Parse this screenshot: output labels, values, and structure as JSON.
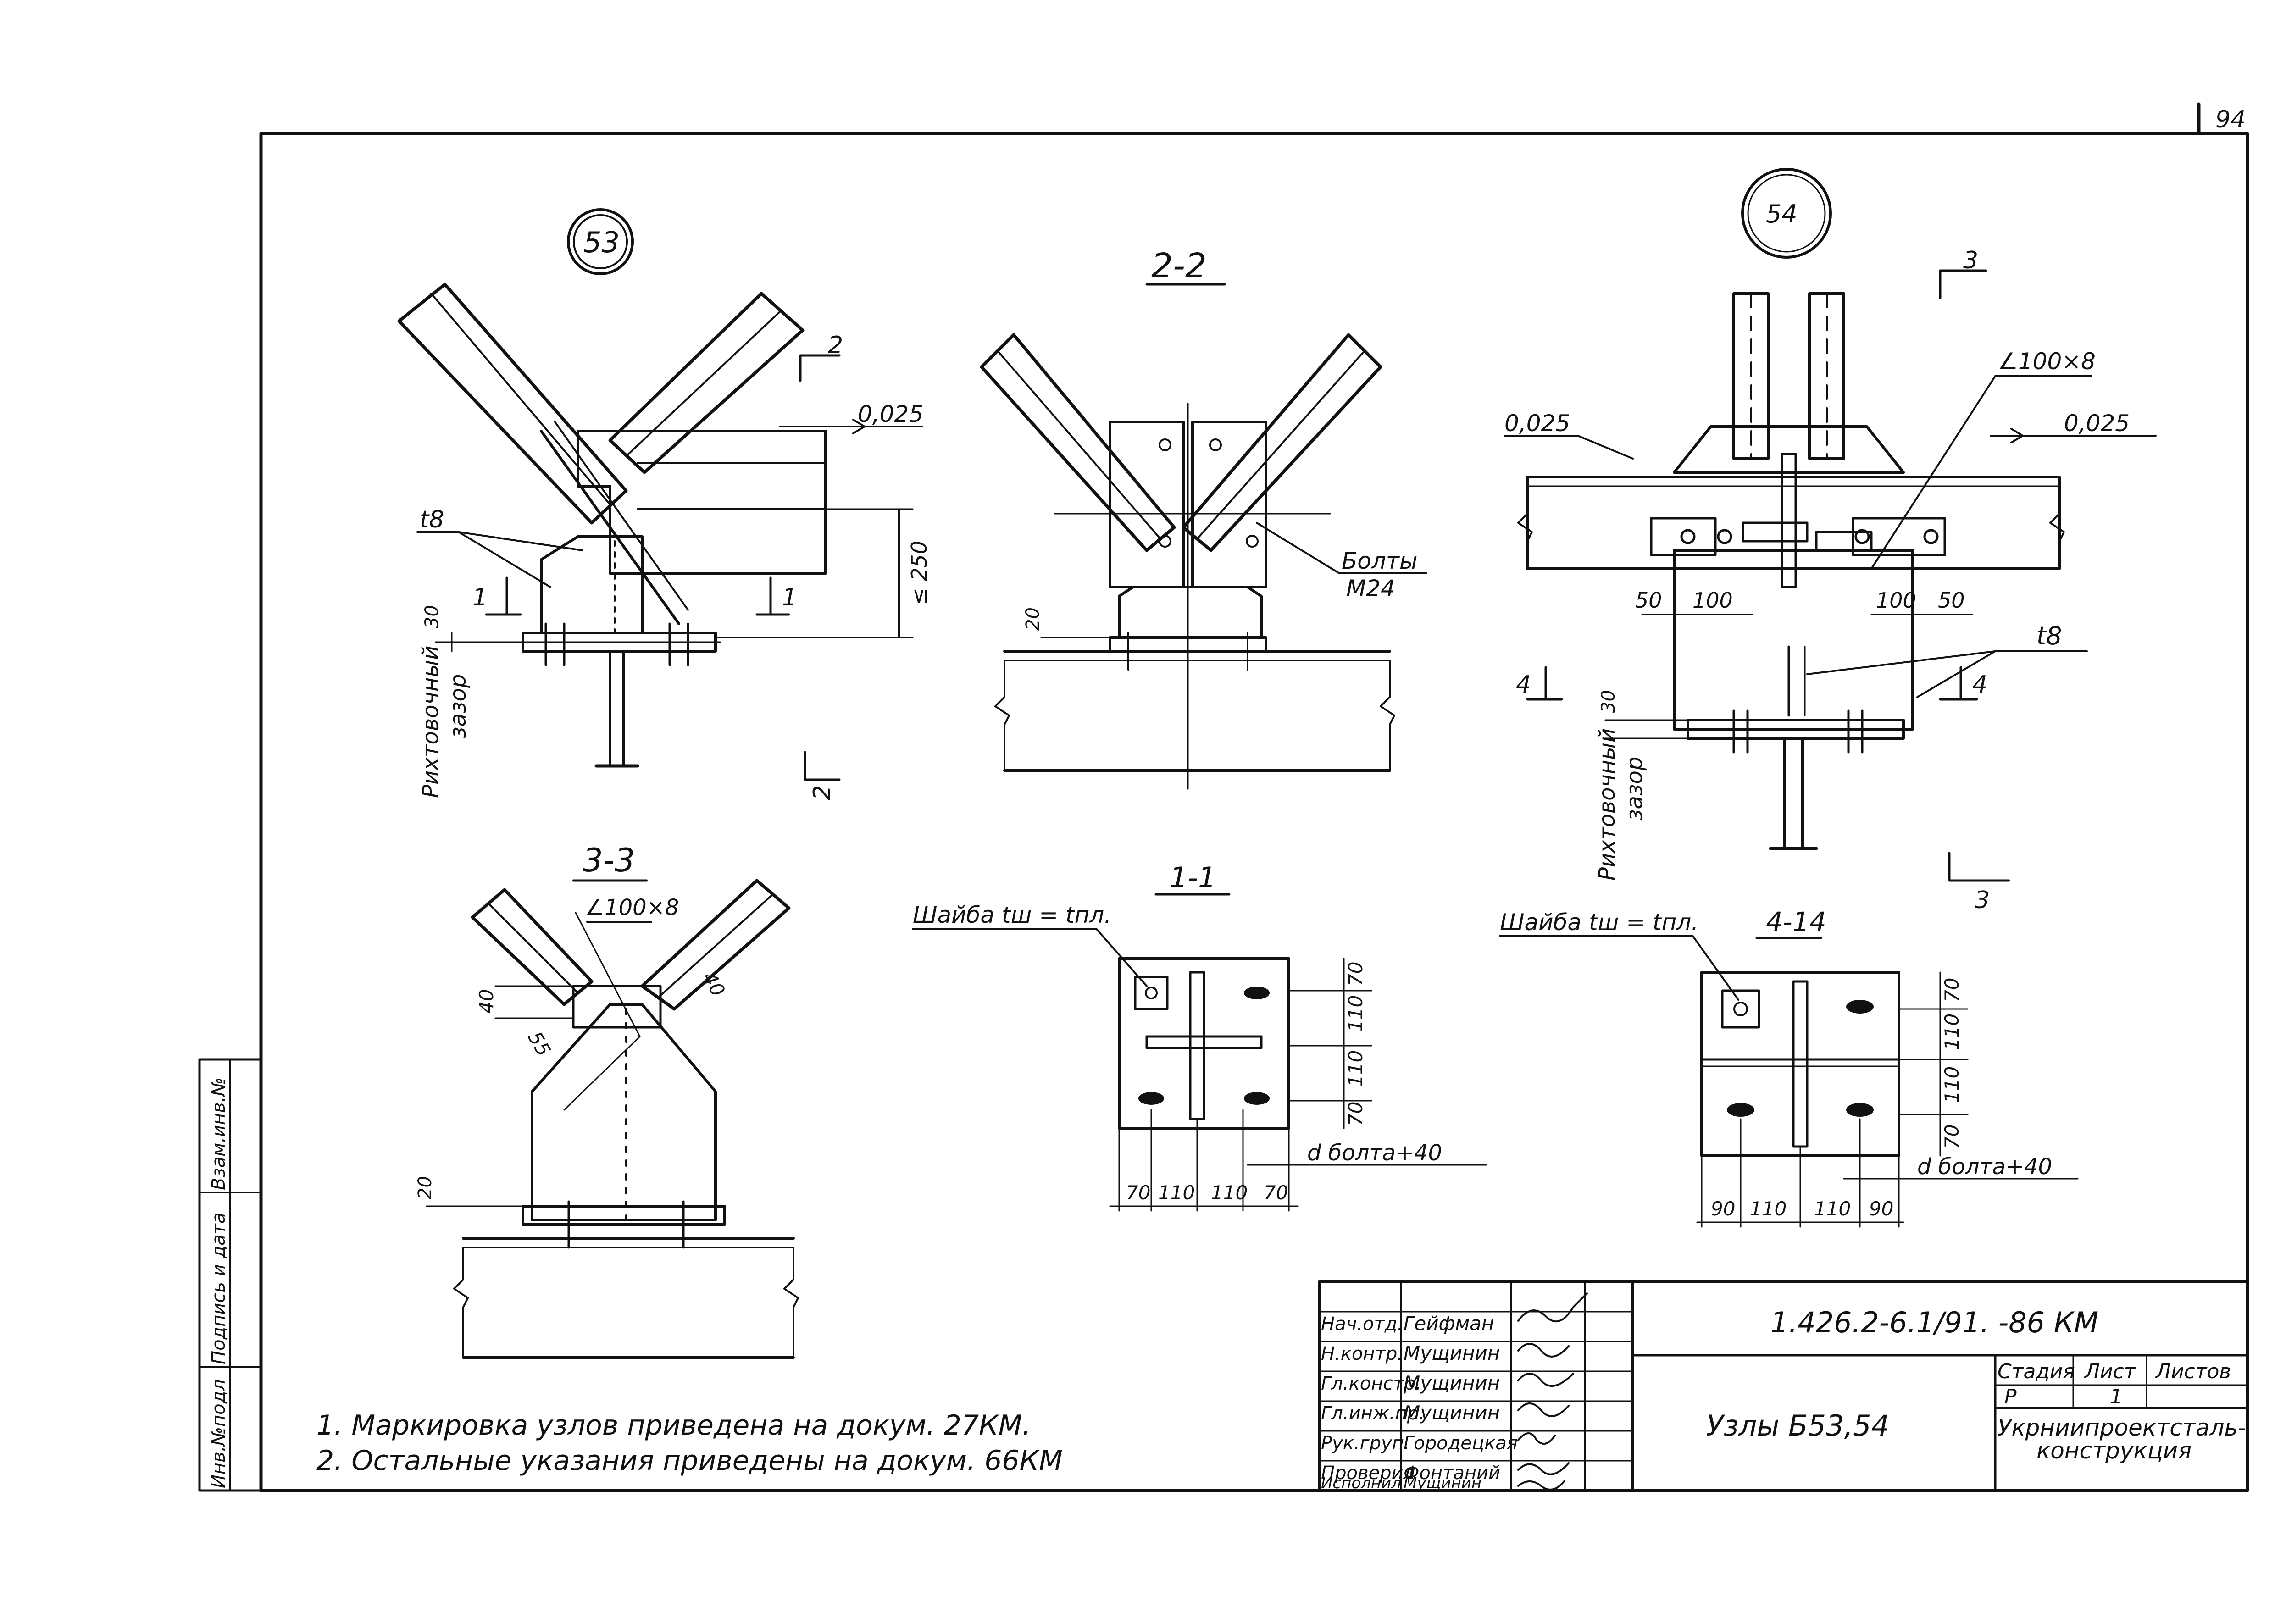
{
  "sheet_number": "94",
  "nodes": {
    "n53": "53",
    "n54": "54"
  },
  "sections": {
    "s22": "2-2",
    "s33": "3-3",
    "s11": "1-1",
    "s44": "4-14"
  },
  "cut_marks": {
    "c2": "2",
    "c2b": "2",
    "c1a": "1",
    "c1b": "1",
    "c3a": "3",
    "c3b": "3",
    "c4a": "4",
    "c4b": "4"
  },
  "annotations": {
    "slope_53": "0,025",
    "slope_54_left": "0,025",
    "slope_54_right": "0,025",
    "t8_53": "t8",
    "t8_54": "t8",
    "dim_250": "≤ 250",
    "dim_30_53": "30",
    "dim_30_54": "30",
    "gap_53_a": "Рихтовочный",
    "gap_53_b": "зазор",
    "gap_54_a": "Рихтовочный",
    "gap_54_b": "зазор",
    "bolts_a": "Болты",
    "bolts_b": "М24",
    "dim_20_22": "20",
    "angle_54": "∠100×8",
    "dim_50_l": "50",
    "dim_100_l": "100",
    "dim_100_r": "100",
    "dim_50_r": "50",
    "angle_33": "∠100×8",
    "dim_40_a": "40",
    "dim_40_b": "40",
    "dim_55": "55",
    "dim_20_33": "20",
    "washer_11": "Шайба tш = tпл.",
    "washer_44": "Шайба tш = tпл.",
    "dbolt_11": "d болта+40",
    "dbolt_44": "d болта+40"
  },
  "dims_11": {
    "v1": "70",
    "v2": "110",
    "v3": "110",
    "v4": "70",
    "h1": "70",
    "h2": "110",
    "h3": "110",
    "h4": "70"
  },
  "dims_44": {
    "v1": "70",
    "v2": "110",
    "v3": "110",
    "v4": "70",
    "h1": "90",
    "h2": "110",
    "h3": "110",
    "h4": "90"
  },
  "notes": {
    "n1": "1. Маркировка узлов приведена на докум. 27КМ.",
    "n2": "2. Остальные указания приведены на докум. 66КМ"
  },
  "side_stamp": {
    "c1": "Инв.№подл",
    "c2": "Подпись и дата",
    "c3": "Взам.инв.№"
  },
  "title_block": {
    "roles": [
      "Нач.отд.",
      "Н.контр.",
      "Гл.констр.",
      "Гл.инж.пр.",
      "Рук.груп.",
      "Проверил",
      "Исполнил"
    ],
    "names": [
      "Гейфман",
      "Мущинин",
      "Мущинин",
      "Мущинин",
      "Городецкая",
      "Фонтаний",
      "Мущинин"
    ],
    "doc_code": "1.426.2-6.1/91. -86 КМ",
    "title": "Узлы Б53,54",
    "stage_h": "Стадия",
    "sheet_h": "Лист",
    "sheets_h": "Листов",
    "stage": "Р",
    "sheet": "1",
    "org1": "Укрниипроектсталь-",
    "org2": "конструкция"
  }
}
